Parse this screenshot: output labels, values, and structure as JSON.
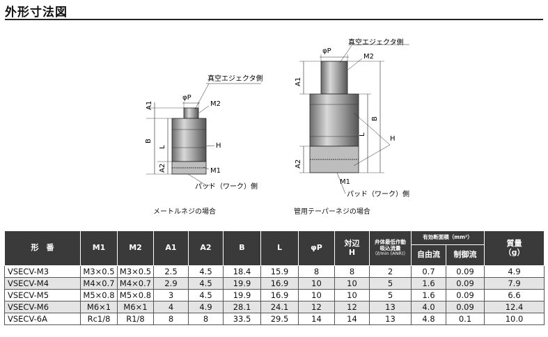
{
  "title": "外形寸法図",
  "drawing_left": {
    "caption": "メートルネジの場合",
    "labels": {
      "vacuum_side": "真空エジェクタ側",
      "phiP": "φP",
      "M2": "M2",
      "A1": "A1",
      "B": "B",
      "L": "L",
      "H": "H",
      "A2": "A2",
      "M1": "M1",
      "pad_side": "パッド（ワーク）側"
    }
  },
  "drawing_right": {
    "caption": "管用テーパーネジの場合",
    "labels": {
      "vacuum_side": "真空エジェクタ側",
      "phiP": "φP",
      "M2": "M2",
      "A1": "A1",
      "B": "B",
      "L": "L",
      "H": "H",
      "A2": "A2",
      "M1": "M1",
      "pad_side": "パッド（ワーク）側"
    }
  },
  "table": {
    "headers": {
      "model": "形　番",
      "m1": "M1",
      "m2": "M2",
      "a1": "A1",
      "a2": "A2",
      "b": "B",
      "l": "L",
      "p": "φP",
      "h_top": "対辺",
      "h_bottom": "H",
      "flow_top": "弁体最低作動",
      "flow_mid": "吸込流量",
      "flow_unit": "（ℓ/min (ANR)）",
      "area_group": "有効断面積（mm²）",
      "area_free": "自由流",
      "area_ctrl": "制御流",
      "mass_top": "質量",
      "mass_unit": "（g）"
    },
    "rows": [
      {
        "model": "VSECV-M3",
        "m1": "M3×0.5",
        "m2": "M3×0.5",
        "a1": "2.5",
        "a2": "4.5",
        "b": "18.4",
        "l": "15.9",
        "p": "8",
        "h": "8",
        "flow": "2",
        "free": "0.7",
        "ctrl": "0.09",
        "mass": "4.9"
      },
      {
        "model": "VSECV-M4",
        "m1": "M4×0.7",
        "m2": "M4×0.7",
        "a1": "2.9",
        "a2": "4.5",
        "b": "19.9",
        "l": "16.9",
        "p": "10",
        "h": "10",
        "flow": "5",
        "free": "1.6",
        "ctrl": "0.09",
        "mass": "7.9"
      },
      {
        "model": "VSECV-M5",
        "m1": "M5×0.8",
        "m2": "M5×0.8",
        "a1": "3",
        "a2": "4.5",
        "b": "19.9",
        "l": "16.9",
        "p": "10",
        "h": "10",
        "flow": "5",
        "free": "1.6",
        "ctrl": "0.09",
        "mass": "6.6"
      },
      {
        "model": "VSECV-M6",
        "m1": "M6×1",
        "m2": "M6×1",
        "a1": "4",
        "a2": "4.9",
        "b": "28.1",
        "l": "24.1",
        "p": "12",
        "h": "12",
        "flow": "13",
        "free": "4.0",
        "ctrl": "0.09",
        "mass": "12.4"
      },
      {
        "model": "VSECV-6A",
        "m1": "Rc1/8",
        "m2": "R1/8",
        "a1": "8",
        "a2": "8",
        "b": "33.5",
        "l": "29.5",
        "p": "14",
        "h": "14",
        "flow": "13",
        "free": "4.8",
        "ctrl": "0.1",
        "mass": "10.0"
      }
    ]
  }
}
